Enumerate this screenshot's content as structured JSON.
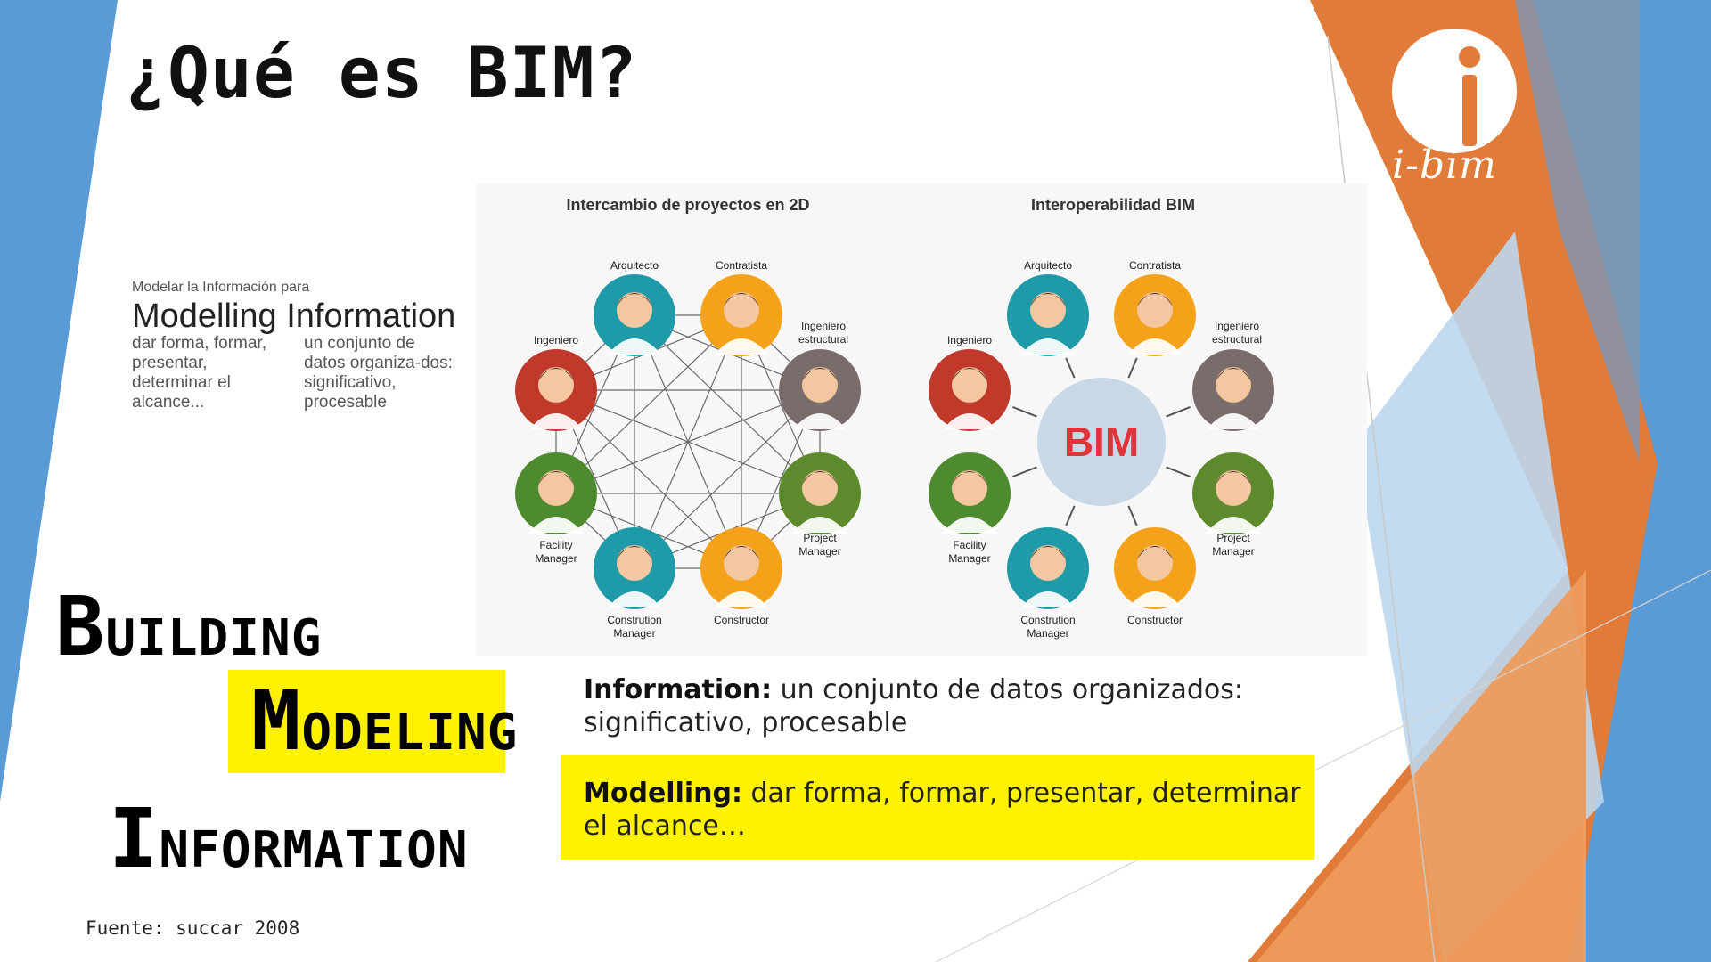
{
  "slide": {
    "title": "¿Qué es BIM?",
    "logo_text": "i-bim",
    "source": "Fuente: succar 2008"
  },
  "modelling_information": {
    "caption": "Modelar la Información para",
    "heading": "Modelling Information",
    "col_left": "dar forma, formar, presentar, determinar el alcance...",
    "col_right": "un conjunto de datos organiza-dos: significativo, procesable"
  },
  "diagram": {
    "left_title": "Intercambio de proyectos en 2D",
    "right_title": "Interoperabilidad BIM",
    "center_label": "BIM",
    "roles": [
      {
        "label": "Arquitecto",
        "color": "#1e9aa8"
      },
      {
        "label": "Contratista",
        "color": "#f5a21a"
      },
      {
        "label": "Ingeniero estructural",
        "color": "#7a6c6a"
      },
      {
        "label": "Project Manager",
        "color": "#5d8a2c"
      },
      {
        "label": "Constructor",
        "color": "#f5a21a"
      },
      {
        "label": "Constrution Manager",
        "color": "#1e9aa8"
      },
      {
        "label": "Facility Manager",
        "color": "#4e8a2e"
      },
      {
        "label": "Ingeniero",
        "color": "#c0392b"
      }
    ]
  },
  "acronym": {
    "b_initial": "B",
    "b_rest": "UILDING",
    "m_initial": "M",
    "m_rest": "ODELING",
    "i_initial": "I",
    "i_rest": "NFORMATION"
  },
  "definitions": {
    "information_term": "Information:",
    "information_text": " un conjunto de datos organizados: significativo, procesable",
    "modelling_term": "Modelling:",
    "modelling_text": "  dar forma, formar, presentar, determinar el alcance…"
  },
  "colors": {
    "blue": "#5b9bd5",
    "light_blue": "#bdd7ee",
    "orange": "#e07b39",
    "highlight_yellow": "#fff200",
    "bim_red": "#e0333a",
    "bim_circle": "#c9d8e6"
  }
}
